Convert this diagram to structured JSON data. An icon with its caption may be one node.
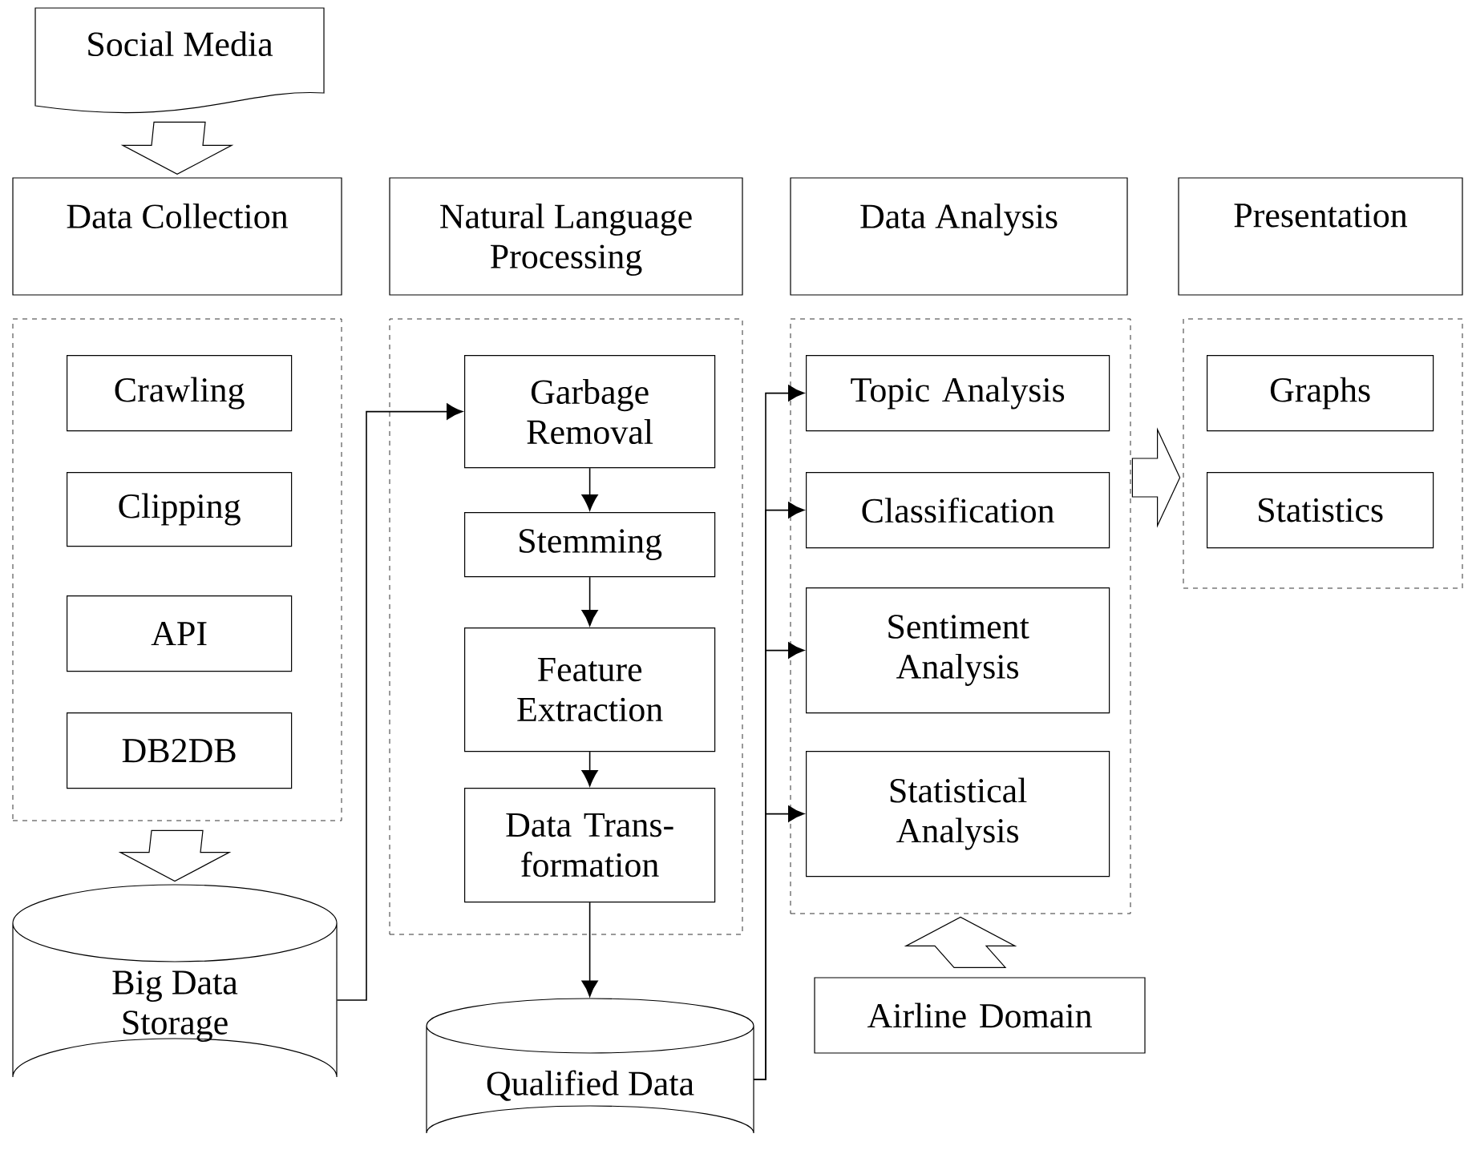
{
  "diagram": {
    "nodes": [
      {
        "text": [
          "Social Media"
        ]
      },
      {
        "text": [
          "Data Collection"
        ]
      },
      {
        "text": [
          "Natural Language Processing"
        ]
      },
      {
        "text": [
          "Data Analysis"
        ]
      },
      {
        "text": [
          "Presentation"
        ]
      },
      {
        "text": [],
        "shape": "box"
      },
      {
        "text": [
          "Crawling"
        ],
        "in": 5
      },
      {
        "text": [
          "Clipping"
        ],
        "in": 5
      },
      {
        "text": [
          "API"
        ],
        "in": 5
      },
      {
        "text": [
          "DB2DB"
        ],
        "in": 5
      },
      {
        "text": [],
        "shape": "box"
      },
      {
        "text": [
          "Garbage Removal"
        ],
        "in": 10
      },
      {
        "text": [
          "Stemming"
        ],
        "in": 10
      },
      {
        "text": [
          "Feature Extraction"
        ],
        "in": 10
      },
      {
        "text": [
          "Data Trans- formation"
        ],
        "in": 10
      },
      {
        "text": [],
        "shape": "box"
      },
      {
        "text": [
          "Topic Analysis"
        ],
        "in": 15
      },
      {
        "text": [
          "Classification"
        ],
        "in": 15
      },
      {
        "text": [
          "Sentiment Analysis"
        ],
        "in": 15
      },
      {
        "text": [
          "Statistical Analysis"
        ],
        "in": 15
      },
      {
        "text": [],
        "shape": "box"
      },
      {
        "text": [
          "Graphs"
        ],
        "in": 20
      },
      {
        "text": [
          "Statistics"
        ],
        "in": 20
      },
      {
        "text": [
          "Big Data Storage"
        ]
      },
      {
        "text": [
          "Qualified Data"
        ]
      },
      {
        "text": [
          "Airline Domain"
        ]
      }
    ],
    "edges": [
      {
        "from": 0,
        "to": 1,
        "arrow": "to",
        "style": "thick"
      },
      {
        "from": 5,
        "to": 23,
        "arrow": "to",
        "style": "thick"
      },
      {
        "from": 23,
        "to": 11,
        "arrow": "to"
      },
      {
        "from": 11,
        "to": 12,
        "arrow": "to"
      },
      {
        "from": 12,
        "to": 13,
        "arrow": "to"
      },
      {
        "from": 13,
        "to": 14,
        "arrow": "to"
      },
      {
        "from": 14,
        "to": 24,
        "arrow": "to"
      },
      {
        "from": 24,
        "to": 16,
        "arrow": "to"
      },
      {
        "from": 24,
        "to": 17,
        "arrow": "to"
      },
      {
        "from": 24,
        "to": 18,
        "arrow": "to"
      },
      {
        "from": 24,
        "to": 19,
        "arrow": "to"
      },
      {
        "from": 15,
        "to": 20,
        "arrow": "to",
        "style": "thick"
      },
      {
        "from": 25,
        "to": 15,
        "arrow": "to",
        "style": "thick"
      }
    ]
  }
}
